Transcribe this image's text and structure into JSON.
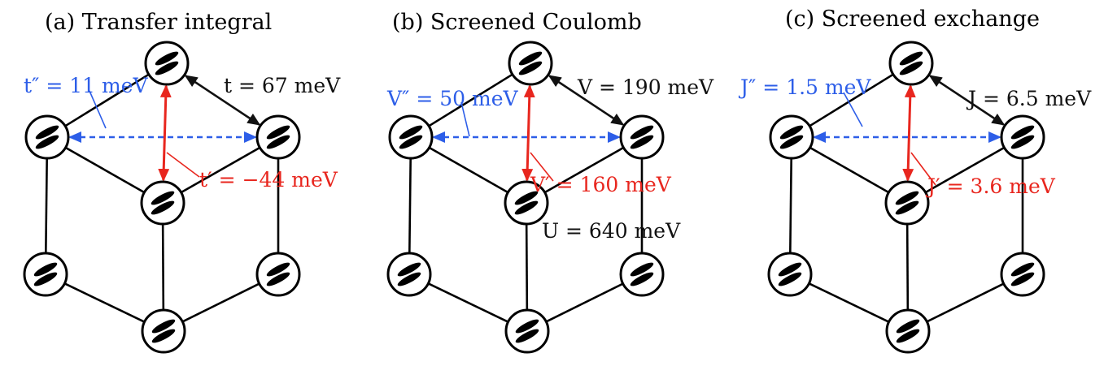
{
  "colors": {
    "black": "#111111",
    "red": "#e8261e",
    "blue": "#2d5ee8"
  },
  "panels": [
    {
      "title": "(a) Transfer integral",
      "nn_label": "t = 67 meV",
      "nnn_label": "t′ = −44 meV",
      "nnnn_label": "t″ = 11 meV",
      "onsite_label": ""
    },
    {
      "title": "(b) Screened Coulomb",
      "nn_label": "V = 190 meV",
      "nnn_label": "V′ = 160 meV",
      "nnnn_label": "V″ = 50 meV",
      "onsite_label": "U = 640 meV"
    },
    {
      "title": "(c) Screened exchange",
      "nn_label": "J = 6.5 meV",
      "nnn_label": "J′ = 3.6 meV",
      "nnnn_label": "J″ = 1.5 meV",
      "onsite_label": ""
    }
  ]
}
